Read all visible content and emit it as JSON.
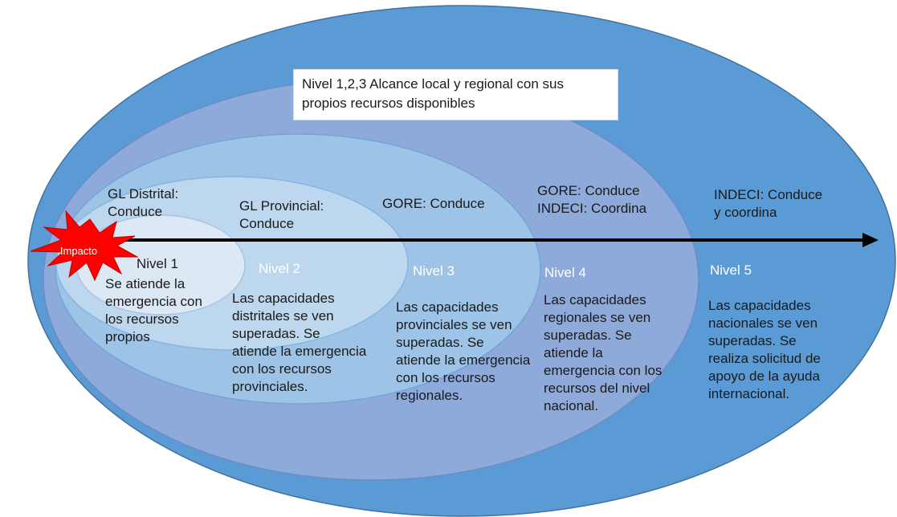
{
  "callout": "Nivel 1,2,3 Alcance local y regional con sus propios recursos disponibles",
  "impact_label": "Impacto",
  "colors": {
    "level5_fill": "#5b9bd5",
    "level4_fill": "#8eaadb",
    "level3_fill": "#9dc3e6",
    "level2_fill": "#bdd7ee",
    "level1_fill": "#dde8f5",
    "impact_fill": "#ff0000",
    "arrow": "#000000"
  },
  "levels": [
    {
      "conduct": "GL Distrital:\nConduce",
      "name": "Nivel 1",
      "description": "Se atiende la emergencia con los recursos propios"
    },
    {
      "conduct": "GL Provincial:\nConduce",
      "name": "Nivel 2",
      "description": "Las capacidades distritales se ven superadas. Se atiende la emergencia con los recursos provinciales."
    },
    {
      "conduct": "GORE: Conduce",
      "name": "Nivel 3",
      "description": "Las capacidades provinciales se ven superadas. Se atiende la emergencia con los recursos regionales."
    },
    {
      "conduct": "GORE: Conduce\nINDECI: Coordina",
      "name": "Nivel 4",
      "description": "Las capacidades regionales se ven superadas. Se atiende la emergencia con los recursos del nivel nacional."
    },
    {
      "conduct": "INDECI: Conduce\ny coordina",
      "name": "Nivel 5",
      "description": "Las capacidades nacionales se ven superadas. Se realiza solicitud de apoyo de la ayuda internacional."
    }
  ]
}
